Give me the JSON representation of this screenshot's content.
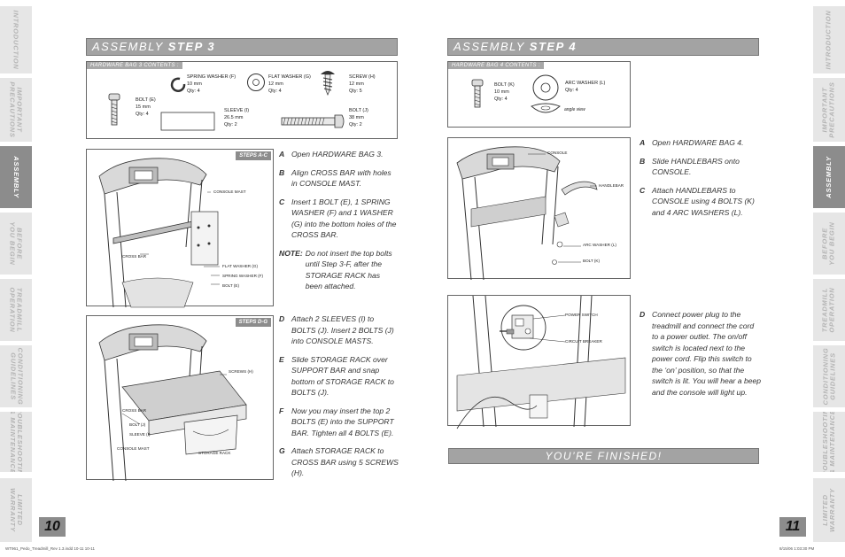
{
  "left_tabs": [
    {
      "label": "INTRODUCTION",
      "active": false
    },
    {
      "label": "IMPORTANT\nPRECAUTIONS",
      "active": false
    },
    {
      "label": "ASSEMBLY",
      "active": true
    },
    {
      "label": "BEFORE\nYOU BEGIN",
      "active": false
    },
    {
      "label": "TREADMILL\nOPERATION",
      "active": false
    },
    {
      "label": "CONDITIONING\nGUIDELINES",
      "active": false
    },
    {
      "label": "TROUBLESHOOTING\n& MAINTENANCE",
      "active": false
    },
    {
      "label": "LIMITED\nWARRANTY",
      "active": false
    }
  ],
  "right_tabs": [
    {
      "label": "INTRODUCTION",
      "active": false
    },
    {
      "label": "IMPORTANT\nPRECAUTIONS",
      "active": false
    },
    {
      "label": "ASSEMBLY",
      "active": true
    },
    {
      "label": "BEFORE\nYOU BEGIN",
      "active": false
    },
    {
      "label": "TREADMILL\nOPERATION",
      "active": false
    },
    {
      "label": "CONDITIONING\nGUIDELINES",
      "active": false
    },
    {
      "label": "TROUBLESHOOTING\n& MAINTENANCE",
      "active": false
    },
    {
      "label": "LIMITED\nWARRANTY",
      "active": false
    }
  ],
  "colors": {
    "tab": "#e6e6e6",
    "tab_active": "#8c8c8c",
    "header": "#a3a3a3"
  },
  "page_left": {
    "number": "10",
    "header_prefix": "ASSEMBLY ",
    "header_step": "STEP 3",
    "hardware_title": "HARDWARE BAG 3 CONTENTS :",
    "hardware": {
      "bolt_e": "BOLT (E)\n15 mm\nQty: 4",
      "spring_washer": "SPRING WASHER (F)\n10 mm\nQty: 4",
      "flat_washer": "FLAT WASHER (G)\n12 mm\nQty: 4",
      "screw_h": "SCREW (H)\n12 mm\nQty: 5",
      "sleeve_i": "SLEEVE (I)\n26.5 mm\nQty: 2",
      "bolt_j": "BOLT (J)\n38 mm\nQty: 2"
    },
    "steps_ac_tag": "STEPS A-C",
    "steps_dg_tag": "STEPS D-G",
    "callouts_ac": {
      "console_mast": "CONSOLE MAST",
      "cross_bar": "CROSS BAR",
      "flat_washer": "FLAT WASHER (G)",
      "spring_washer": "SPRING WASHER (F)",
      "bolt_e": "BOLT (E)"
    },
    "callouts_dg": {
      "screws": "SCREWS (H)",
      "cross_bar": "CROSS BAR",
      "bolt_j": "BOLT (J)",
      "sleeve_i": "SLEEVE (I)",
      "console_mast": "CONSOLE MAST",
      "storage_rack": "STORAGE RACK"
    },
    "instructions_ac": [
      {
        "letter": "A",
        "text": "Open HARDWARE BAG 3."
      },
      {
        "letter": "B",
        "text": "Align CROSS BAR with holes in CONSOLE MAST."
      },
      {
        "letter": "C",
        "text": "Insert 1 BOLT (E), 1 SPRING WASHER (F) and 1 WASHER (G) into the bottom holes of the CROSS BAR."
      }
    ],
    "note_label": "NOTE:",
    "note_text": "Do not insert the top bolts until Step 3-F, after the STORAGE RACK has been attached.",
    "instructions_dg": [
      {
        "letter": "D",
        "text": "Attach 2 SLEEVES (I) to BOLTS (J). Insert 2 BOLTS (J) into CONSOLE MASTS."
      },
      {
        "letter": "E",
        "text": "Slide STORAGE RACK over SUPPORT BAR and snap bottom of STORAGE RACK to BOLTS (J)."
      },
      {
        "letter": "F",
        "text": "Now you may insert the top 2 BOLTS (E) into the SUPPORT BAR. Tighten all 4 BOLTS (E)."
      },
      {
        "letter": "G",
        "text": "Attach STORAGE RACK to CROSS BAR using 5 SCREWS (H)."
      }
    ]
  },
  "page_right": {
    "number": "11",
    "header_prefix": "ASSEMBLY ",
    "header_step": "STEP 4",
    "hardware_title": "HARDWARE BAG 4 CONTENTS :",
    "hardware": {
      "bolt_k": "BOLT (K)\n10 mm\nQty: 4",
      "arc_washer": "ARC WASHER (L)\nQty: 4",
      "angle_view": "angle view"
    },
    "callouts_ac": {
      "console": "CONSOLE",
      "handlebar": "HANDLEBAR",
      "arc_washer": "ARC WASHER (L)",
      "bolt_k": "BOLT (K)"
    },
    "callouts_d": {
      "power_switch": "POWER SWITCH",
      "circuit_breaker": "CIRCUIT BREAKER"
    },
    "instructions_ac": [
      {
        "letter": "A",
        "text": "Open HARDWARE BAG 4."
      },
      {
        "letter": "B",
        "text": "Slide HANDLEBARS onto CONSOLE."
      },
      {
        "letter": "C",
        "text": "Attach HANDLEBARS to CONSOLE using 4 BOLTS (K) and 4 ARC WASHERS (L)."
      }
    ],
    "instructions_d": [
      {
        "letter": "D",
        "text": "Connect power plug to the treadmill and connect the cord to a power outlet. The on/off switch is located next to the power cord. Flip this switch to the ‘on’ position, so that the switch is lit. You will hear a beep and the console will light up."
      }
    ],
    "finished": "YOU’RE FINISHED!"
  },
  "footer": {
    "left": "WT961_Pedo_Treadmill_Rev 1.3.indd 10-11   10-11",
    "right": "8/15/06   1:03:30 PM"
  }
}
